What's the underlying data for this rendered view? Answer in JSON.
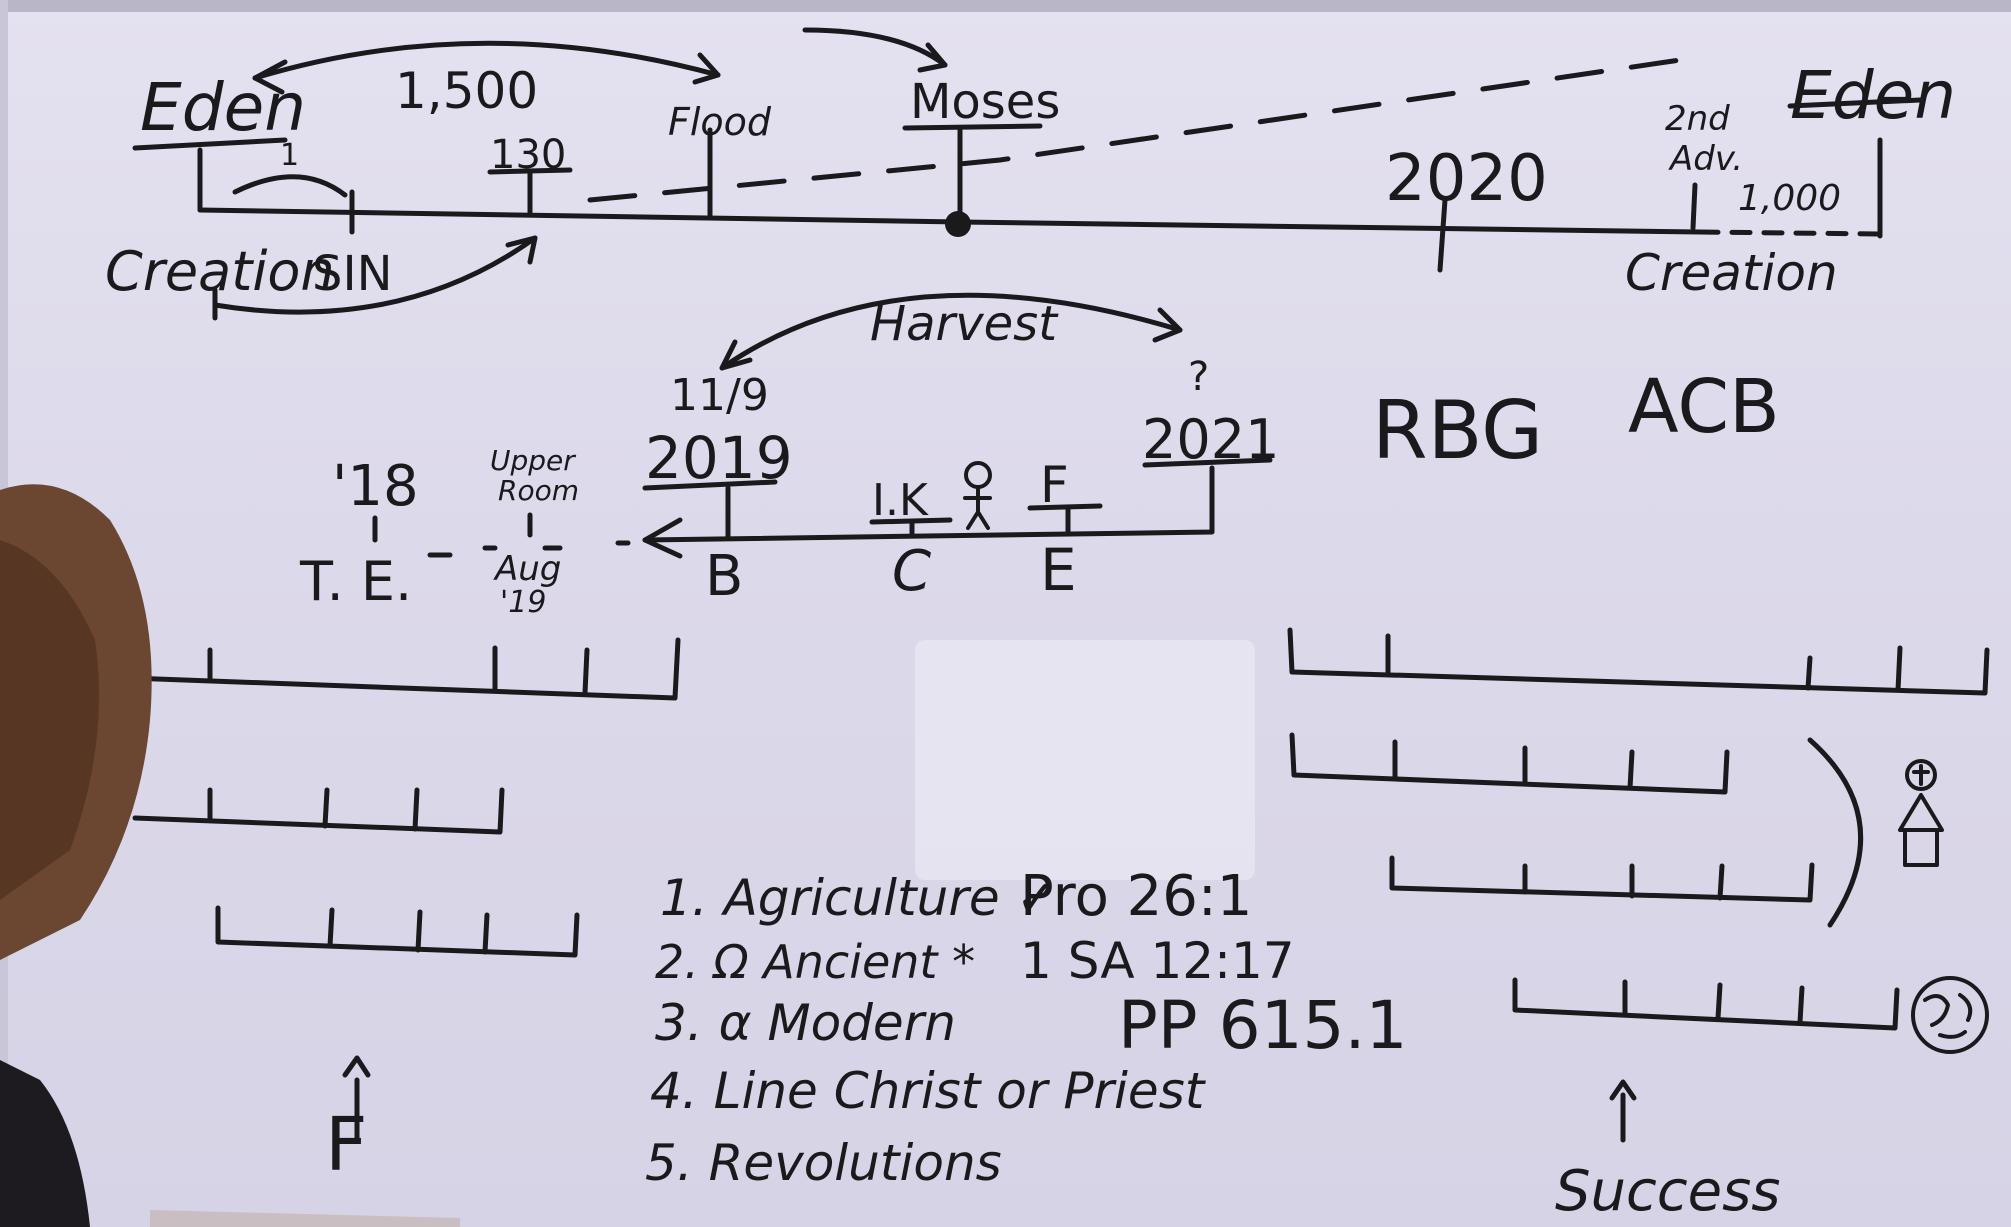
{
  "colors": {
    "board": "#dedbec",
    "ink": "#1a1a1d",
    "hair": "#5a3a2a",
    "glare": "#f4f3fa"
  },
  "top_timeline": {
    "eden_left": "Eden",
    "years_1500": "1,500",
    "flood": "Flood",
    "moses": "Moses",
    "year_130": "130",
    "creation_left": "Creation",
    "sin": "SIN",
    "mark_1": "1",
    "year_2020": "2020",
    "second_advent_1": "2nd",
    "second_advent_2": "Adv.",
    "years_1000": "1,000",
    "eden_right": "Eden",
    "creation_right": "Creation"
  },
  "middle": {
    "harvest": "Harvest",
    "date_11_19": "11/9",
    "question": "?",
    "year_2019": "2019",
    "year_2021": "2021",
    "rbg": "RBG",
    "acb": "ACB",
    "year_18": "'18",
    "upper_room_1": "Upper",
    "upper_room_2": "Room",
    "te": "T. E.",
    "aug": "Aug",
    "aug_year": "'19",
    "ik": "I.K",
    "f_mark": "F",
    "b": "B",
    "c": "C",
    "e": "E"
  },
  "list": {
    "item1": "1. Agriculture ✓",
    "item2": "2. Ω Ancient *",
    "item3": "3. α Modern",
    "item4": "4. Line Christ or Priest",
    "item5": "5. Revolutions",
    "ref1": "Pro 26:1",
    "ref2": "1 SA 12:17",
    "ref3": "PP 615.1"
  },
  "bottom": {
    "f_label": "F",
    "success": "Success"
  },
  "icons": {
    "person": "stick-figure-icon",
    "church": "church-icon",
    "globe": "globe-icon"
  }
}
